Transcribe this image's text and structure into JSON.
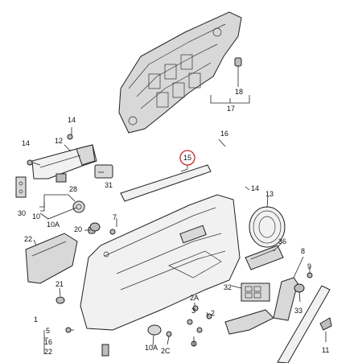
{
  "diagram": {
    "callouts": {
      "c1": "1",
      "c5": "5",
      "c7": "7",
      "c8": "8",
      "c9": "9",
      "c10": "10",
      "c10a_left": "10A",
      "c10a_bottom": "10A",
      "c11": "11",
      "c12": "12",
      "c13": "13",
      "c14_a": "14",
      "c14_b": "14",
      "c14_c": "14",
      "c15": "15",
      "c16_top": "16",
      "c16_left": "16",
      "c17": "17",
      "c18": "18",
      "c20": "20",
      "c21": "21",
      "c22_left": "22",
      "c22_bottom": "22",
      "c2": "2",
      "c2a": "2A",
      "c2c": "2C",
      "c3": "3",
      "c28": "28",
      "c30": "30",
      "c31": "31",
      "c32": "32",
      "c33": "33",
      "c36": "36"
    }
  }
}
